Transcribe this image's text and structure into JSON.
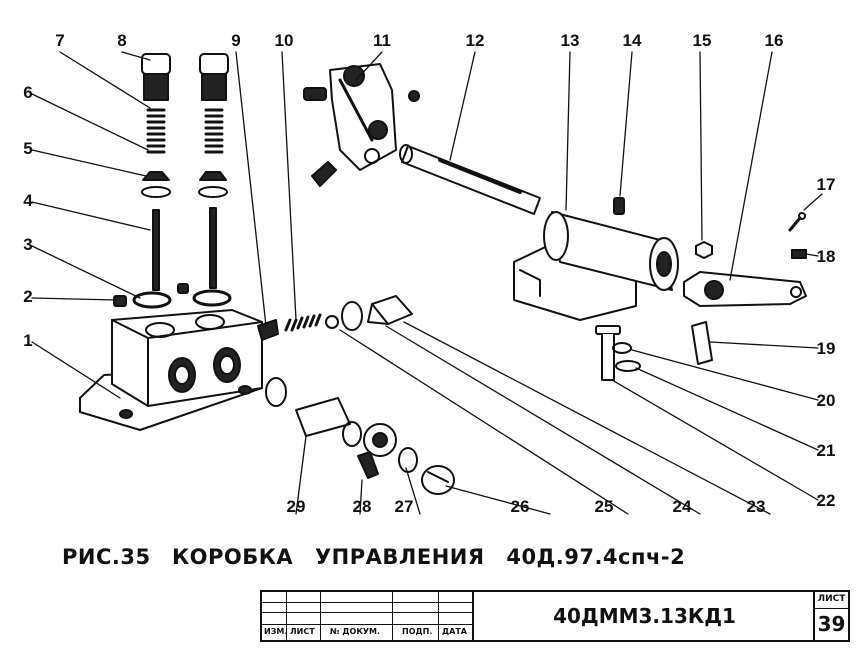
{
  "figure": {
    "label": "РИС.35",
    "title": "КОРОБКА  УПРАВЛЕНИЯ  40Д.97.4спч-2"
  },
  "callouts": [
    "1",
    "2",
    "3",
    "4",
    "5",
    "6",
    "7",
    "8",
    "9",
    "10",
    "11",
    "12",
    "13",
    "14",
    "15",
    "16",
    "17",
    "18",
    "19",
    "20",
    "21",
    "22",
    "23",
    "24",
    "25",
    "26",
    "27",
    "28",
    "29"
  ],
  "title_block": {
    "columns": [
      "ИЗМ.",
      "ЛИСТ",
      "№ ДОКУМ.",
      "ПОДП.",
      "ДАТА"
    ],
    "document_code": "40ДММ3.13КД1",
    "sheet_label": "ЛИСТ",
    "sheet_number": "39"
  }
}
